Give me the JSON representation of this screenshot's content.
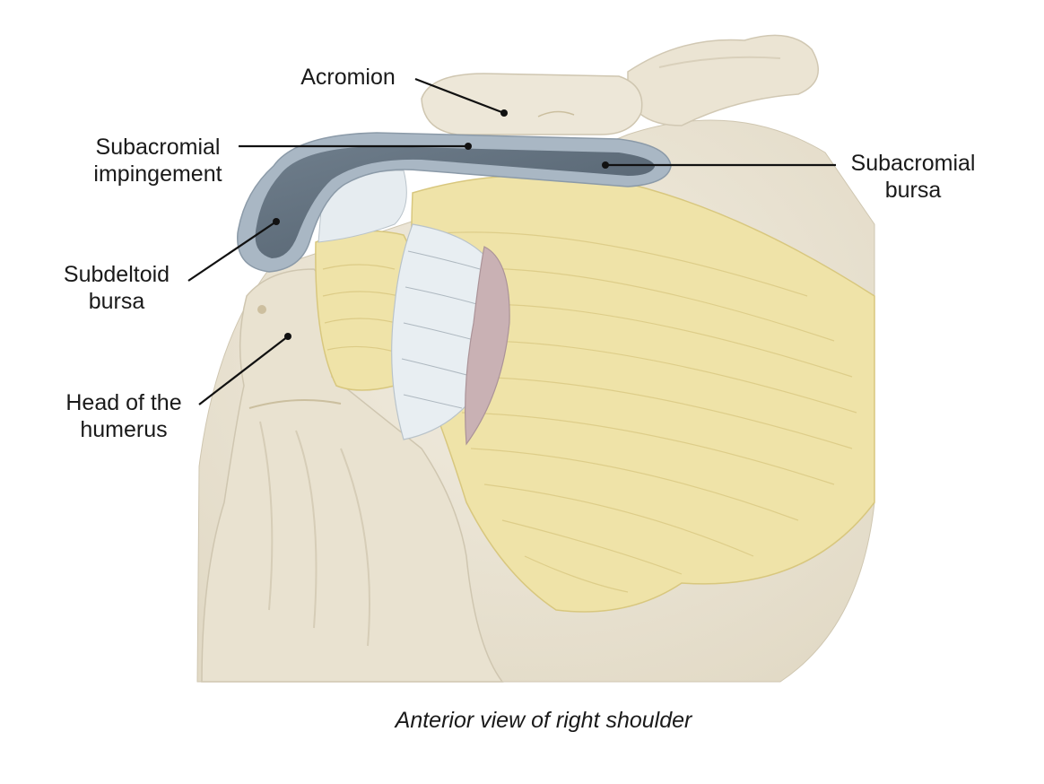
{
  "figure": {
    "caption": "Anterior view of right shoulder",
    "labels": {
      "acromion": "Acromion",
      "subacromial_impingement": [
        "Subacromial",
        "impingement"
      ],
      "subacromial_bursa": [
        "Subacromial",
        "bursa"
      ],
      "subdeltoid_bursa": [
        "Subdeltoid",
        "bursa"
      ],
      "head_of_humerus": [
        "Head of the",
        "humerus"
      ]
    },
    "colors": {
      "bone": "#ece6d6",
      "bone_shadow": "#d9d1bd",
      "muscle": "#efe3a8",
      "muscle_stroke": "#d8c77e",
      "tendon": "#e8eef2",
      "bursa_fill": "#5f6f7d",
      "bursa_rim": "#a9b7c4",
      "cartilage": "#c9b1b4",
      "text": "#1a1a1a"
    }
  }
}
